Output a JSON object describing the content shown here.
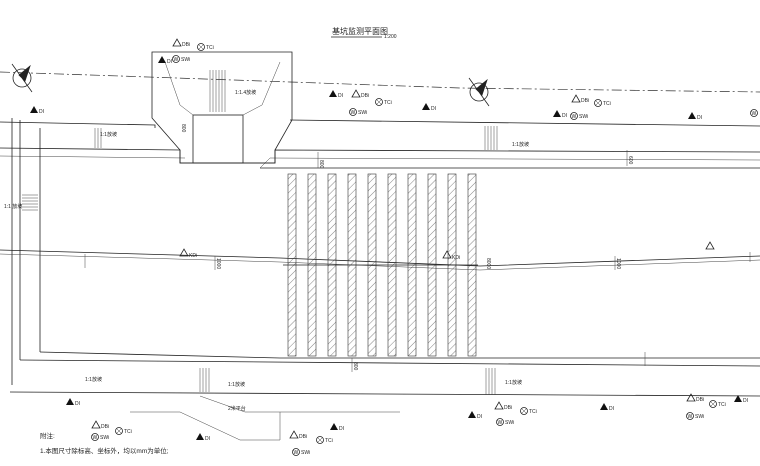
{
  "title": "基坑监测平面图",
  "scale": "1:200",
  "notes": {
    "heading": "附注:",
    "line1": "1.本图尺寸除标高、坐标外，均以mm为单位;"
  },
  "slope_labels": {
    "s_1_15": "1:1.5放坡",
    "s_1_1": "1:1放坡",
    "s_1_14": "1:1.4放坡",
    "platform": "2米平台"
  },
  "symbols": {
    "di": "DI",
    "dbi": "DBi",
    "tci": "TCi",
    "swi": "SWi",
    "kdi": "KDi",
    "w": "W"
  },
  "dims": {
    "d800": "800",
    "d8000": "8000",
    "d1000": "1000",
    "d600": "600"
  },
  "side_label": "1:1 放坡"
}
